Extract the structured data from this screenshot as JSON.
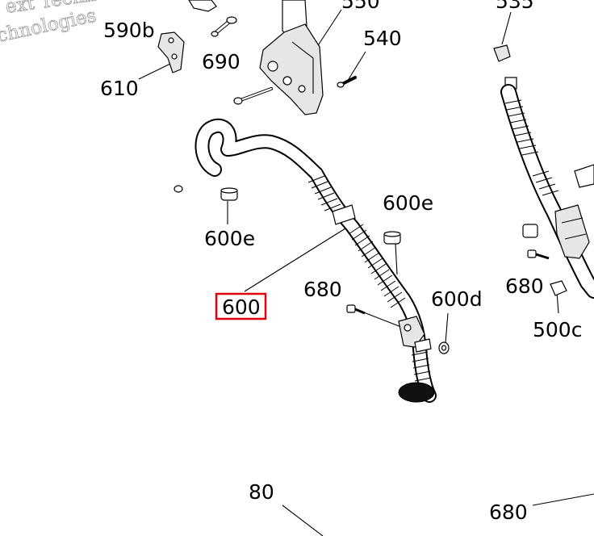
{
  "watermark": {
    "line1": "ext Technologies",
    "line2": "chnologies"
  },
  "highlight_color": "#e3000f",
  "callouts": [
    {
      "id": "590b",
      "text": "590b"
    },
    {
      "id": "550",
      "text": "550"
    },
    {
      "id": "535",
      "text": "535"
    },
    {
      "id": "690",
      "text": "690"
    },
    {
      "id": "540",
      "text": "540"
    },
    {
      "id": "610",
      "text": "610"
    },
    {
      "id": "600e-a",
      "text": "600e"
    },
    {
      "id": "600e-b",
      "text": "600e"
    },
    {
      "id": "600",
      "text": "600"
    },
    {
      "id": "680-a",
      "text": "680"
    },
    {
      "id": "600d",
      "text": "600d"
    },
    {
      "id": "680-b",
      "text": "680"
    },
    {
      "id": "500c",
      "text": "500c"
    },
    {
      "id": "80",
      "text": "80"
    },
    {
      "id": "680-c",
      "text": "680"
    }
  ],
  "highlighted_callout": "600"
}
